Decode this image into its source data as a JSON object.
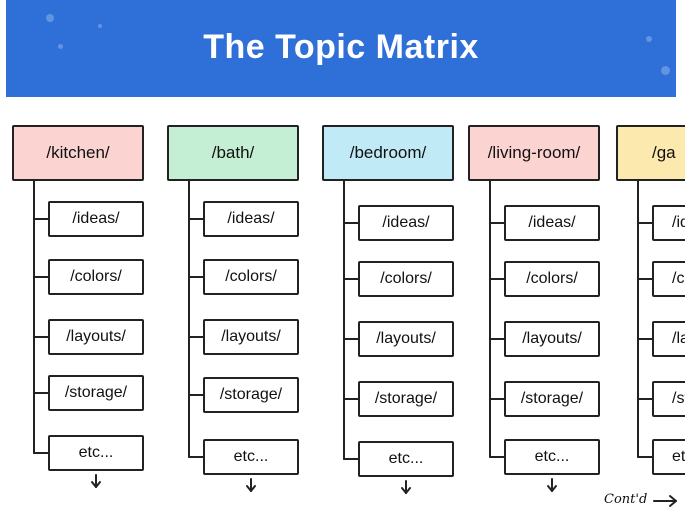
{
  "banner": {
    "title": "The Topic Matrix"
  },
  "colors": {
    "banner": "#2f6fd8",
    "kitchen": "#fbd3d1",
    "bath": "#c4efd4",
    "bedroom": "#bfeaf6",
    "living_room": "#fbd3d1",
    "garden": "#fbe9ad"
  },
  "columns": [
    {
      "category": "/kitchen/",
      "items": [
        "/ideas/",
        "/colors/",
        "/layouts/",
        "/storage/",
        "etc..."
      ]
    },
    {
      "category": "/bath/",
      "items": [
        "/ideas/",
        "/colors/",
        "/layouts/",
        "/storage/",
        "etc..."
      ]
    },
    {
      "category": "/bedroom/",
      "items": [
        "/ideas/",
        "/colors/",
        "/layouts/",
        "/storage/",
        "etc..."
      ]
    },
    {
      "category": "/living-room/",
      "items": [
        "/ideas/",
        "/colors/",
        "/layouts/",
        "/storage/",
        "etc..."
      ]
    },
    {
      "category": "/ga",
      "items": [
        "/id",
        "/co",
        "/la",
        "/st",
        "et"
      ]
    }
  ],
  "continued_label": "Cont'd"
}
